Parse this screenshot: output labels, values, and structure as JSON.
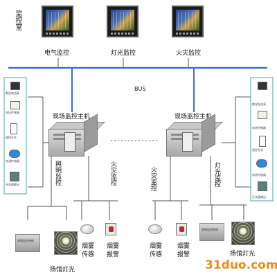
{
  "monitor_room_label": "监控室",
  "monitors": [
    {
      "label": "电气监控"
    },
    {
      "label": "灯光监控"
    },
    {
      "label": "火灾监控"
    }
  ],
  "bus_label": "BUS",
  "hosts": [
    {
      "label": "现场监控主机"
    },
    {
      "label": "现场监控主机"
    }
  ],
  "left_devices": [
    {
      "label": "数显电流表"
    },
    {
      "label": "电压传感器"
    },
    {
      "label": "遥控开关"
    },
    {
      "label": "电流传感器"
    },
    {
      "label": "开关量输出"
    }
  ],
  "right_devices": [
    {
      "label": "数显电流表"
    },
    {
      "label": "电流传感器"
    },
    {
      "label": "遥控开关"
    },
    {
      "label": "电流传感器"
    },
    {
      "label": "开关量输出"
    }
  ],
  "branches": {
    "left_lighting": "照明监控",
    "left_fire": "火灾监控",
    "right_fire": "火灾监控",
    "right_lighting": "灯光监控"
  },
  "left_fire_devices": [
    {
      "label": "烟雾\n传感"
    },
    {
      "label": "烟雾\n报警"
    }
  ],
  "right_fire_devices": [
    {
      "label": "烟雾\n传感"
    },
    {
      "label": "烟雾\n报警"
    }
  ],
  "stadium_light_label": "扬馆灯光",
  "panel_caption": "照明监控系统",
  "watermark": "31duo.com",
  "colors": {
    "bus": "#3b6fd1",
    "line": "#555555",
    "panel_border": "#4aa0a0",
    "watermark": "#f08a1a"
  }
}
